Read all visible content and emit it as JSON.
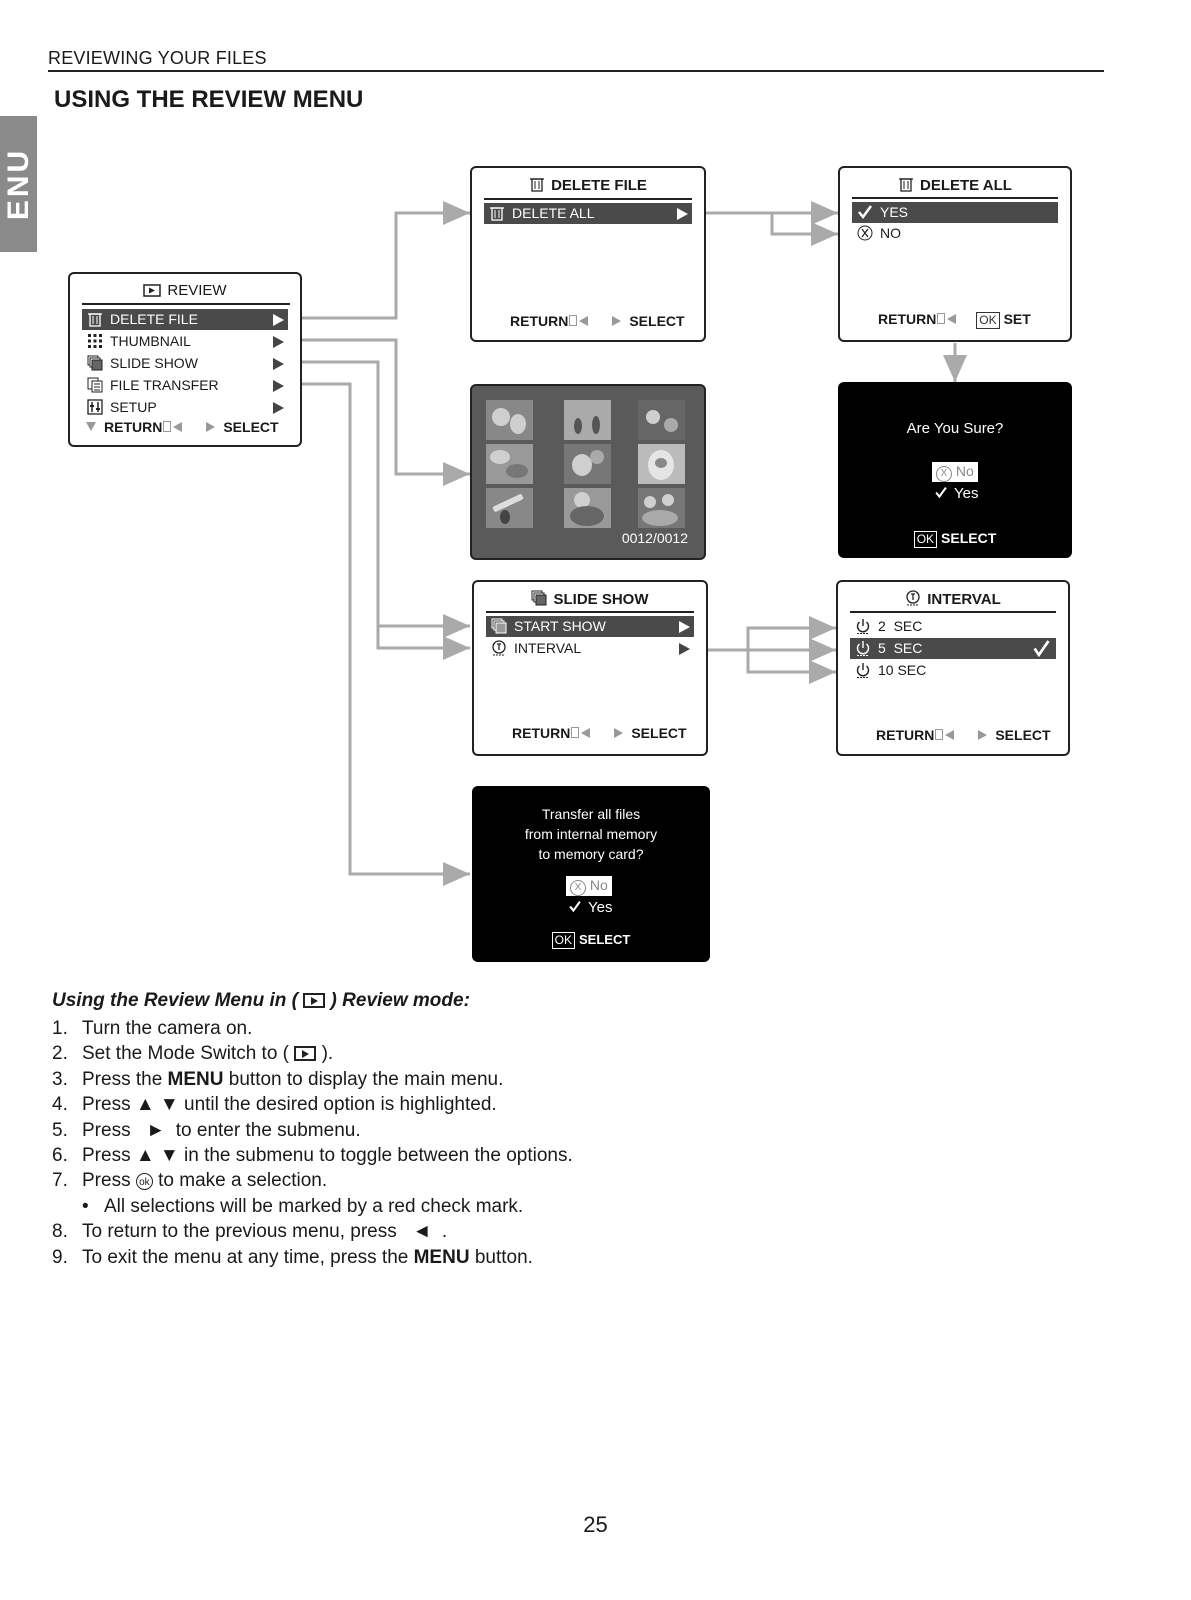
{
  "header": {
    "section": "REVIEWING YOUR FILES",
    "title": "USING THE REVIEW MENU",
    "side_tab": "ENU"
  },
  "review_menu": {
    "title": "REVIEW",
    "items": [
      {
        "label": "DELETE FILE",
        "icon": "trash-icon",
        "selected": true
      },
      {
        "label": "THUMBNAIL",
        "icon": "thumbnail-grid-icon"
      },
      {
        "label": "SLIDE SHOW",
        "icon": "slideshow-icon"
      },
      {
        "label": "FILE TRANSFER",
        "icon": "file-transfer-icon"
      },
      {
        "label": "SETUP",
        "icon": "setup-icon"
      }
    ],
    "return_label": "RETURN",
    "select_label": "SELECT"
  },
  "delete_file_menu": {
    "title": "DELETE FILE",
    "items": [
      {
        "label": "DELETE ALL",
        "icon": "trash-icon",
        "selected": true
      }
    ],
    "return_label": "RETURN",
    "select_label": "SELECT"
  },
  "delete_all_menu": {
    "title": "DELETE ALL",
    "items": [
      {
        "label": "YES",
        "icon": "check-icon",
        "selected": true
      },
      {
        "label": "NO",
        "icon": "x-circle-icon"
      }
    ],
    "return_label": "RETURN",
    "ok_label": "OK",
    "set_label": "SET"
  },
  "confirm_dialog": {
    "question": "Are You Sure?",
    "no_label": "No",
    "yes_label": "Yes",
    "ok_label": "OK",
    "select_label": "SELECT"
  },
  "thumbnail_screen": {
    "counter": "0012/0012"
  },
  "slideshow_menu": {
    "title": "SLIDE SHOW",
    "items": [
      {
        "label": "START SHOW",
        "icon": "slideshow-icon",
        "selected": true
      },
      {
        "label": "INTERVAL",
        "icon": "timer-icon"
      }
    ],
    "return_label": "RETURN",
    "select_label": "SELECT"
  },
  "interval_menu": {
    "title": "INTERVAL",
    "items": [
      {
        "num": "2",
        "unit": "SEC",
        "icon": "power-icon"
      },
      {
        "num": "5",
        "unit": "SEC",
        "icon": "power-icon",
        "selected": true
      },
      {
        "num": "10",
        "unit": "SEC",
        "icon": "power-icon"
      }
    ],
    "return_label": "RETURN",
    "select_label": "SELECT"
  },
  "transfer_dialog": {
    "line1": "Transfer all files",
    "line2": "from internal memory",
    "line3": "to memory card?",
    "no_label": "No",
    "yes_label": "Yes",
    "ok_label": "OK",
    "select_label": "SELECT"
  },
  "instructions": {
    "heading_pre": "Using the Review Menu in",
    "heading_post": "Review mode:",
    "steps": [
      {
        "num": "1.",
        "a": "Turn the camera on."
      },
      {
        "num": "2.",
        "a": "Set the Mode Switch to (",
        "b": ")."
      },
      {
        "num": "3.",
        "a": "Press the ",
        "bold": "MENU",
        "b": " button to display the main menu."
      },
      {
        "num": "4.",
        "a": "Press ▲ ▼ until the desired option is highlighted."
      },
      {
        "num": "5.",
        "a": "Press   ►  to enter the submenu."
      },
      {
        "num": "6.",
        "a": "Press ▲ ▼ in the submenu to toggle between the options."
      },
      {
        "num": "7.",
        "a": "Press",
        "b": "to make a selection."
      },
      {
        "num": "•",
        "a": "All selections will be marked by a red check mark."
      },
      {
        "num": "8.",
        "a": "To return to the previous menu, press   ◄  ."
      },
      {
        "num": "9.",
        "a": "To exit the menu at any time, press the ",
        "bold": "MENU",
        "b": " button."
      }
    ],
    "ok_icon_text": "ok"
  },
  "page_number": "25"
}
